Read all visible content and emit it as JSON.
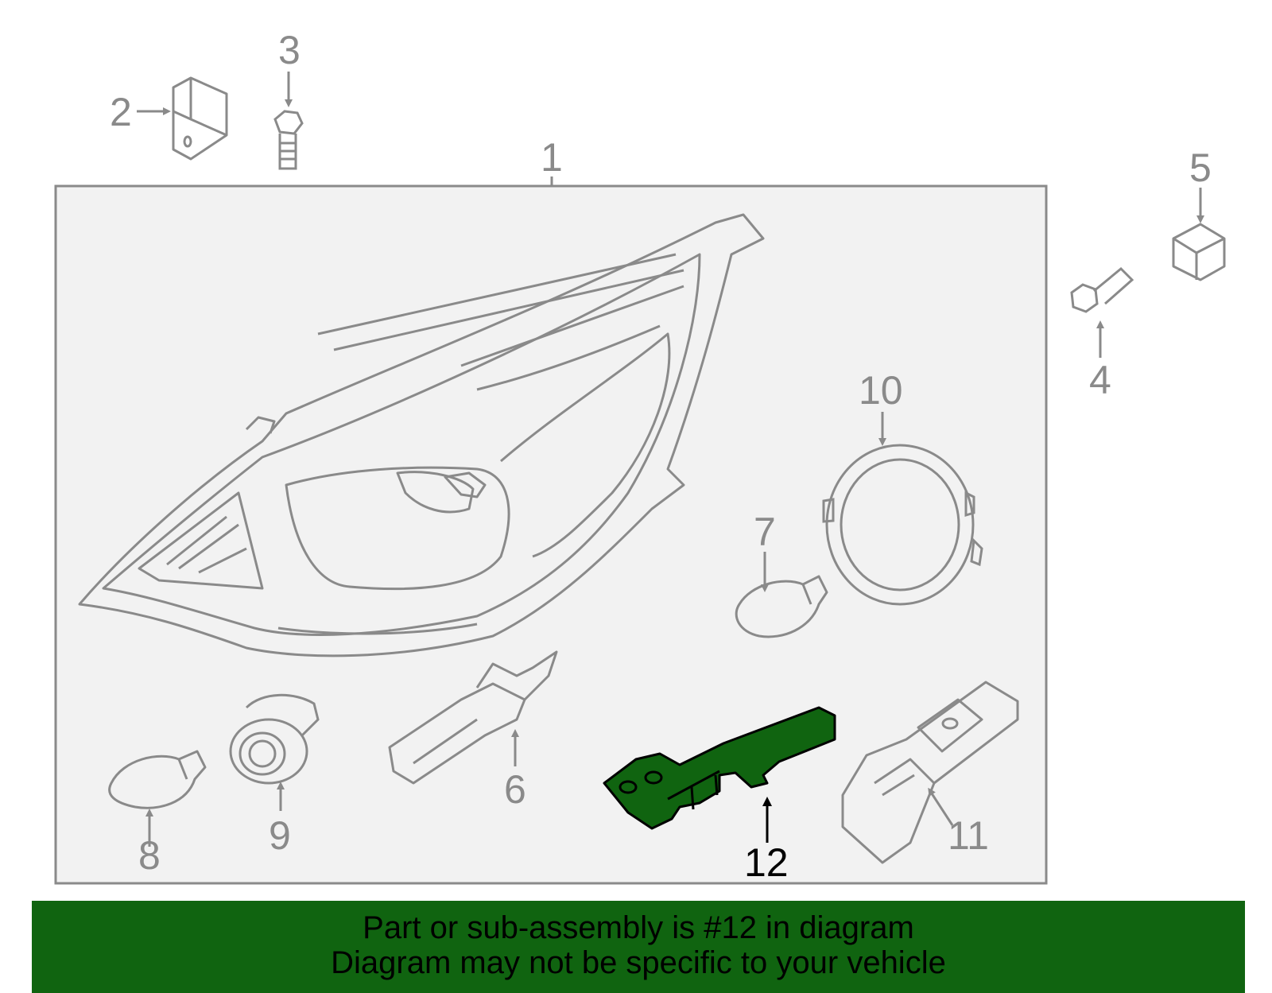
{
  "diagram": {
    "callouts": [
      "1",
      "2",
      "3",
      "4",
      "5",
      "6",
      "7",
      "8",
      "9",
      "10",
      "11",
      "12"
    ],
    "highlighted_callout": "12",
    "colors": {
      "line": "#8a8a8a",
      "panel": "#f2f2f2",
      "highlight_fill": "#106410",
      "highlight_stroke": "#000000",
      "banner_bg": "#106410"
    }
  },
  "banner": {
    "line1": "Part or sub-assembly is #12 in diagram",
    "line2": "Diagram may not be specific to your vehicle"
  }
}
